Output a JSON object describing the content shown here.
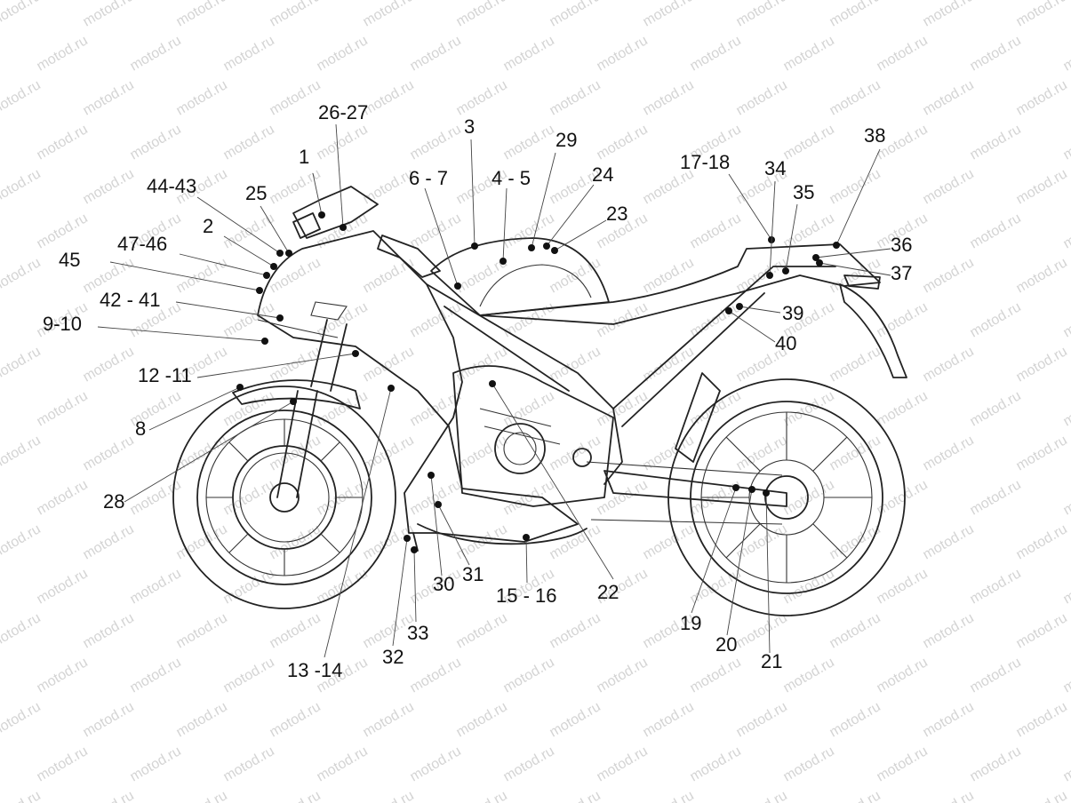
{
  "watermark_text": "motod.ru",
  "callouts": [
    {
      "label": "1"
    },
    {
      "label": "26-27"
    },
    {
      "label": "3"
    },
    {
      "label": "29"
    },
    {
      "label": "6 - 7"
    },
    {
      "label": "4 - 5"
    },
    {
      "label": "24"
    },
    {
      "label": "23"
    },
    {
      "label": "17-18"
    },
    {
      "label": "34"
    },
    {
      "label": "35"
    },
    {
      "label": "38"
    },
    {
      "label": "36"
    },
    {
      "label": "37"
    },
    {
      "label": "44-43"
    },
    {
      "label": "25"
    },
    {
      "label": "2"
    },
    {
      "label": "47-46"
    },
    {
      "label": "45"
    },
    {
      "label": "42 -  41"
    },
    {
      "label": "9-10"
    },
    {
      "label": "12 -11"
    },
    {
      "label": "8"
    },
    {
      "label": "28"
    },
    {
      "label": "39"
    },
    {
      "label": "40"
    },
    {
      "label": "22"
    },
    {
      "label": "15 - 16"
    },
    {
      "label": "30"
    },
    {
      "label": "31"
    },
    {
      "label": "33"
    },
    {
      "label": "32"
    },
    {
      "label": "13 -14"
    },
    {
      "label": "19"
    },
    {
      "label": "20"
    },
    {
      "label": "21"
    }
  ]
}
